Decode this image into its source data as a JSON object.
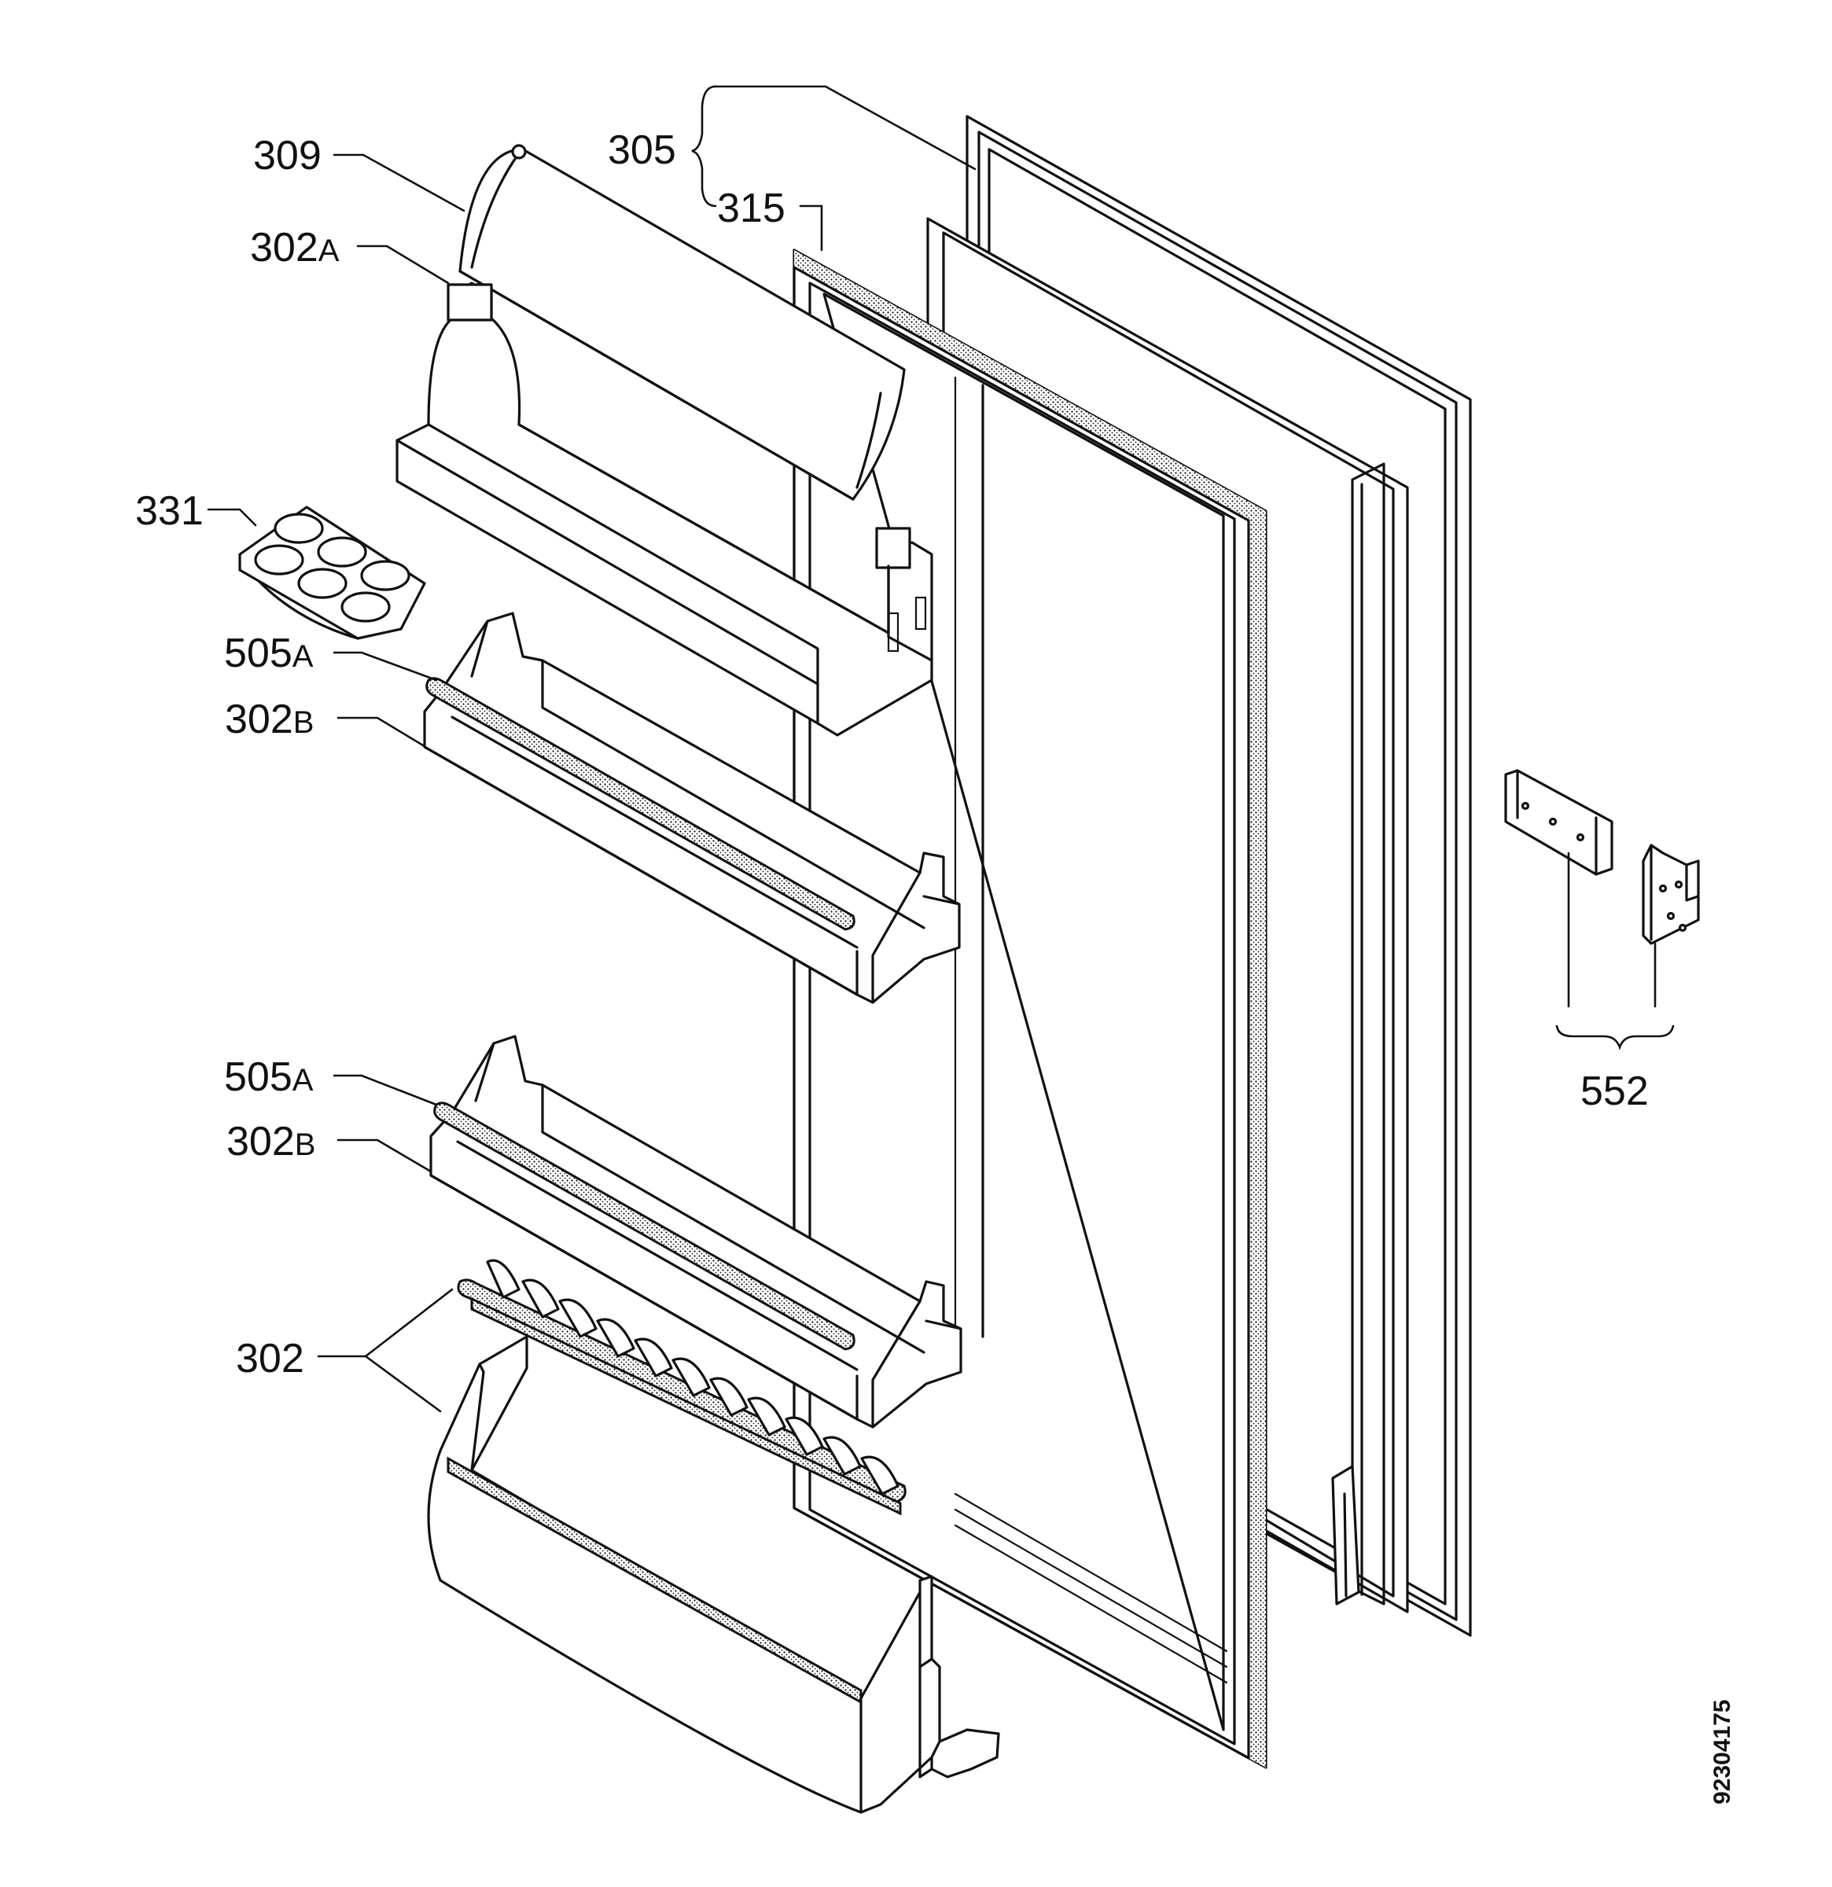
{
  "labels": {
    "p309": "309",
    "p305": "305",
    "p315": "315",
    "p302a_num": "302",
    "p302a_suffix": "A",
    "p331": "331",
    "p505a_1_num": "505",
    "p505a_1_suffix": "A",
    "p302b_1_num": "302",
    "p302b_1_suffix": "B",
    "p505a_2_num": "505",
    "p505a_2_suffix": "A",
    "p302b_2_num": "302",
    "p302b_2_suffix": "B",
    "p302": "302",
    "p552": "552"
  },
  "document_number": "92304175",
  "colors": {
    "ink": "#111111",
    "paper": "#ffffff"
  }
}
